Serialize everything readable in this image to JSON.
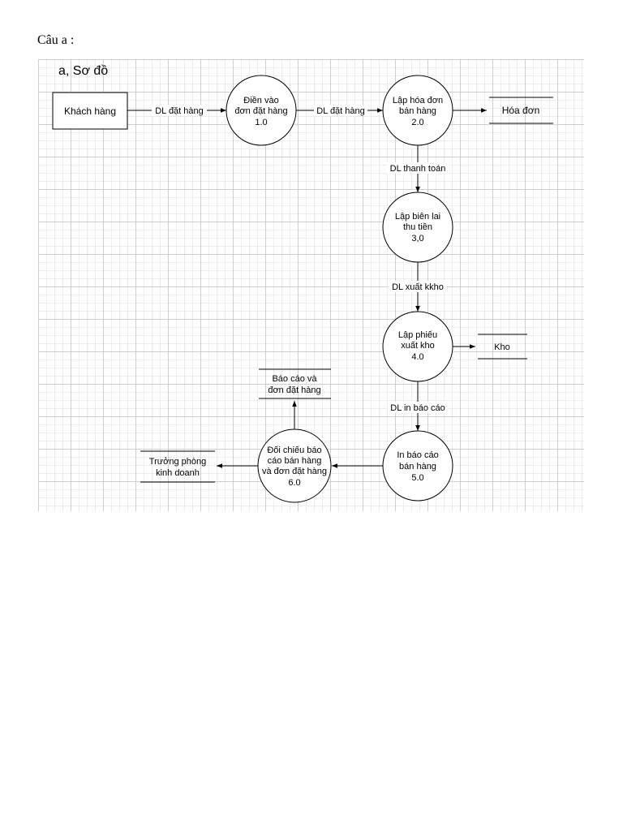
{
  "heading": "Câu a :",
  "diagram": {
    "subtitle": "a, Sơ đồ",
    "entity": {
      "label": "Khách hàng"
    },
    "processes": {
      "p1": [
        "Điền vào",
        "đơn đặt hàng",
        "1.0"
      ],
      "p2": [
        "Lập hóa đơn",
        "bán hàng",
        "2.0"
      ],
      "p3": [
        "Lập biên lai",
        "thu tiền",
        "3,0"
      ],
      "p4": [
        "Lập phiếu",
        "xuất kho",
        "4.0"
      ],
      "p5": [
        "In báo cáo",
        "bán hàng",
        "5.0"
      ],
      "p6": [
        "Đối chiếu báo",
        "cáo bán hàng",
        "và đơn đặt hàng",
        "6.0"
      ]
    },
    "stores": {
      "invoice": [
        "Hóa đơn"
      ],
      "warehouse": [
        "Kho"
      ],
      "report": [
        "Báo cáo và",
        "đơn đặt hàng"
      ],
      "manager": [
        "Trưởng phòng",
        "kinh doanh"
      ]
    },
    "flows": {
      "entity_to_p1": "DL đặt hàng",
      "p1_to_p2": "DL đặt hàng",
      "p2_to_p3": "DL thanh toán",
      "p3_to_p4": "DL xuất kkho",
      "p4_to_p5": "DL in báo cáo"
    }
  }
}
